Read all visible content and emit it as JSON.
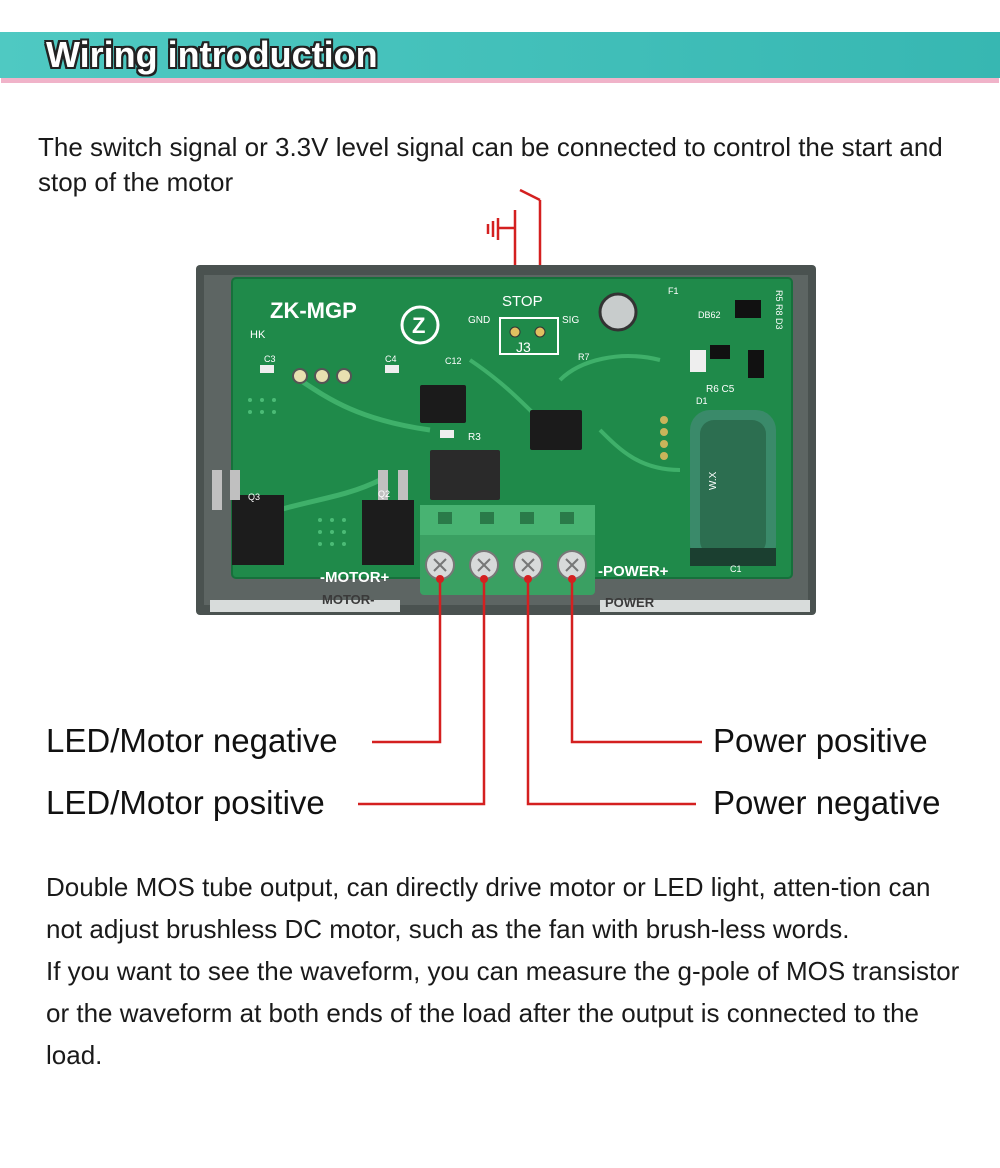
{
  "header": {
    "title": "Wiring introduction"
  },
  "intro_text": "The switch signal or 3.3V level signal can be connected to control the start and stop of the motor",
  "board": {
    "model": "ZK-MGP",
    "hk": "HK",
    "logo": "Z",
    "stop": "STOP",
    "gnd": "GND",
    "sig": "SIG",
    "j3": "J3",
    "motor": "-MOTOR+",
    "power": "-POWER+",
    "motor_mirror": "MOTOR-",
    "power_mirror": "POWER",
    "c3": "C3",
    "c4": "C4",
    "c12": "C12",
    "r3": "R3",
    "r7": "R7",
    "q3": "Q3",
    "q2": "Q2",
    "r5r8d3": "R5 R8 D3",
    "r6c5": "R6 C5",
    "d1": "D1",
    "c1": "C1",
    "wx": "W.X",
    "db62": "DB62",
    "f1": "F1"
  },
  "wire_labels": {
    "motor_negative": "LED/Motor negative",
    "motor_positive": "LED/Motor positive",
    "power_positive": "Power positive",
    "power_negative": "Power negative"
  },
  "footer": {
    "p1": "Double MOS tube output, can directly drive motor or LED light, atten-tion can not adjust brushless DC motor, such as the fan with brush-less words.",
    "p2": "If you want to see the waveform, you can measure the g-pole of MOS transistor or the waveform at both ends of the load after the output is connected to the load."
  },
  "colors": {
    "header": "#3dbdb7",
    "header_shadow": "#f0b3c9",
    "wire": "#d42020",
    "pcb": "#1f8a4a",
    "case": "#4a5250",
    "terminal": "#3aa062"
  }
}
